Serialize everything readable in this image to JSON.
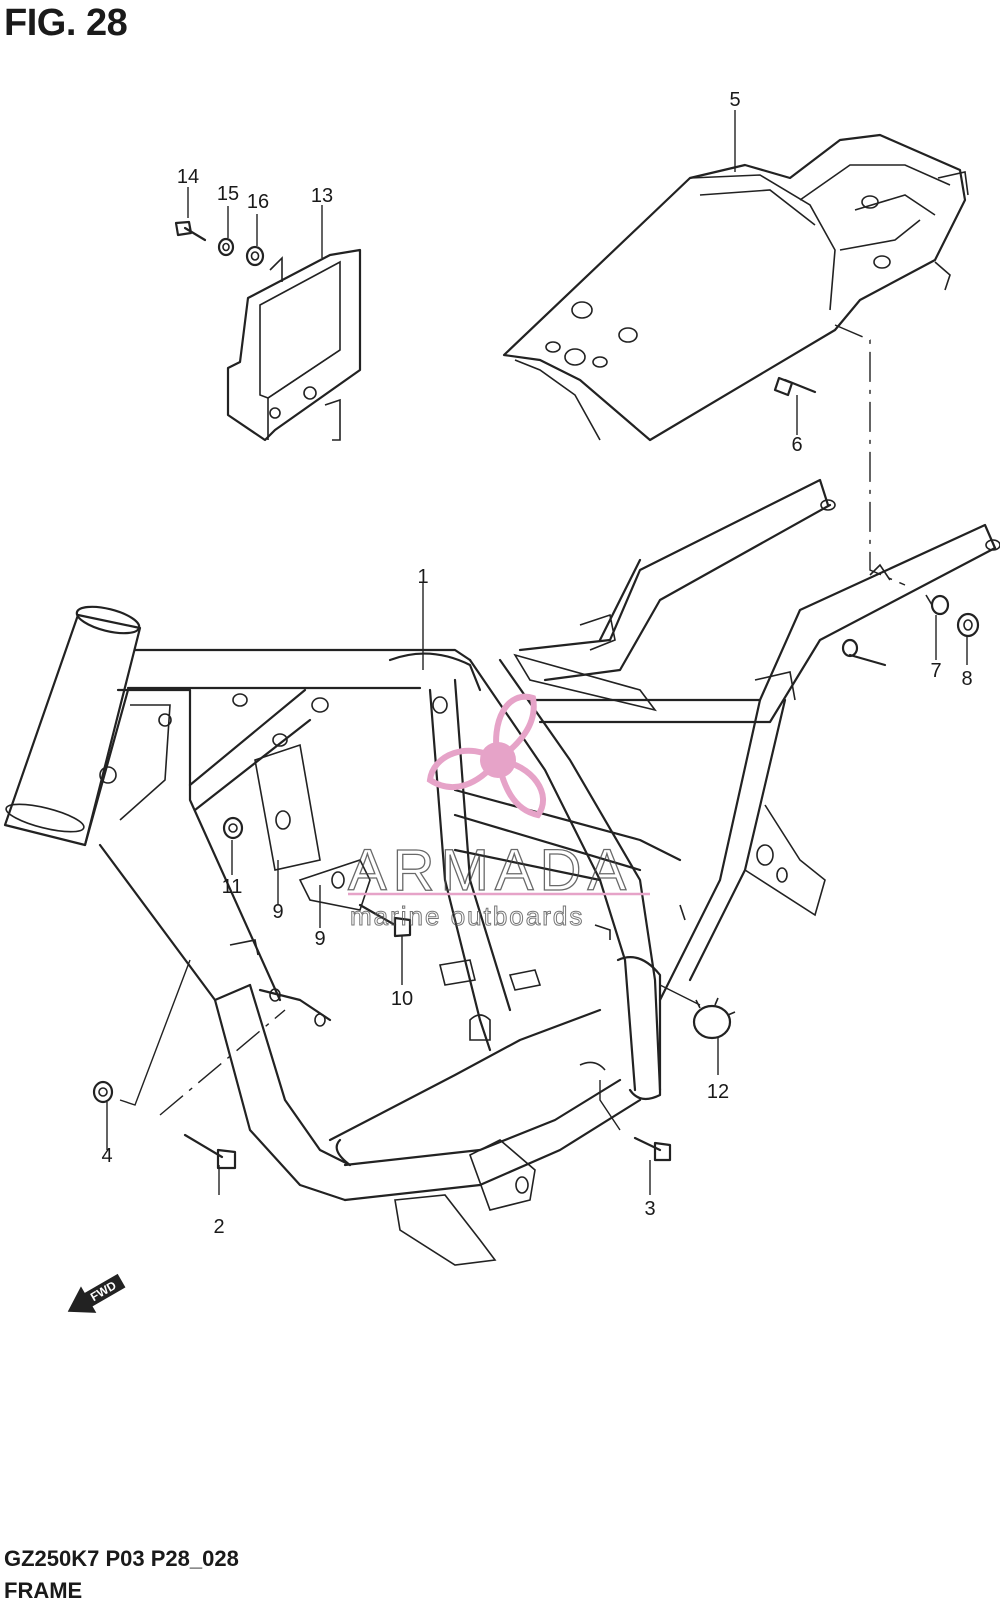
{
  "figure": {
    "title": "FIG. 28",
    "code": "GZ250K7 P03 P28_028",
    "name": "FRAME"
  },
  "parts": [
    {
      "number": "1"
    },
    {
      "number": "2"
    },
    {
      "number": "3"
    },
    {
      "number": "4"
    },
    {
      "number": "5"
    },
    {
      "number": "6"
    },
    {
      "number": "7"
    },
    {
      "number": "8"
    },
    {
      "number": "9"
    },
    {
      "number": "9"
    },
    {
      "number": "10"
    },
    {
      "number": "11"
    },
    {
      "number": "12"
    },
    {
      "number": "13"
    },
    {
      "number": "14"
    },
    {
      "number": "15"
    },
    {
      "number": "16"
    }
  ],
  "watermark": {
    "brand": "ARMADA",
    "tagline": "marine outboards",
    "color": "#e6a3c8"
  },
  "direction_arrow": {
    "label": "FWD"
  }
}
